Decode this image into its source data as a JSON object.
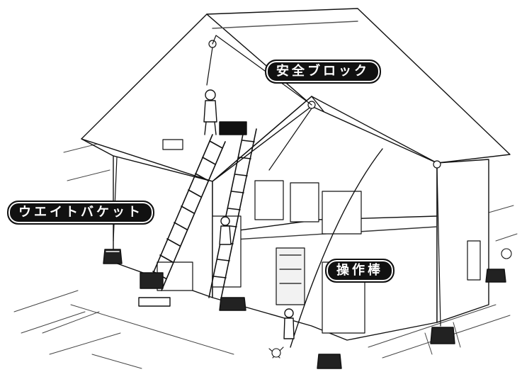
{
  "labels": {
    "safety_block": "安全ブロック",
    "weight_bucket": "ウエイトバケット",
    "operating_rod": "操作棒"
  }
}
